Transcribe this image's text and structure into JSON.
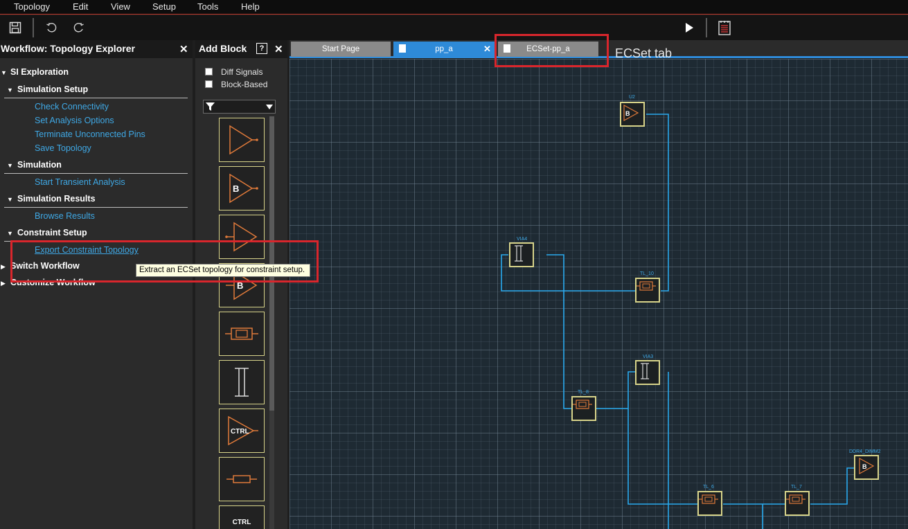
{
  "menu": [
    "Topology",
    "Edit",
    "View",
    "Setup",
    "Tools",
    "Help"
  ],
  "workflow_panel": {
    "title": "Workflow: Topology Explorer",
    "root": "SI Exploration",
    "sections": [
      {
        "label": "Simulation Setup",
        "items": [
          "Check Connectivity",
          "Set Analysis Options",
          "Terminate Unconnected Pins",
          "Save Topology"
        ]
      },
      {
        "label": "Simulation",
        "items": [
          "Start Transient Analysis"
        ]
      },
      {
        "label": "Simulation Results",
        "items": [
          "Browse Results"
        ]
      },
      {
        "label": "Constraint Setup",
        "items": [
          "Export Constraint Topology"
        ]
      }
    ],
    "extra": [
      "Switch Workflow",
      "Customize Workflow"
    ],
    "tooltip": "Extract an ECSet topology for constraint setup."
  },
  "add_block": {
    "title": "Add Block",
    "help": "?",
    "checkboxes": [
      "Diff Signals",
      "Block-Based"
    ],
    "tile_labels": {
      "b1": "B",
      "b2": "B",
      "ctrl": "CTRL",
      "ctrl2": "CTRL"
    }
  },
  "tabs": [
    "Start Page",
    "pp_a",
    "ECSet-pp_a"
  ],
  "annotation": "ECSet tab",
  "nodes": {
    "u2": "U2",
    "via4": "VIA4",
    "tl10": "TL_10",
    "via3": "VIA3",
    "tl8": "TL_8",
    "ddr4": "DDR4_DIMM2",
    "tl6": "TL_6",
    "tl7": "TL_7"
  },
  "node_glyph": "B",
  "colors": {
    "accent": "#2e8ad8",
    "link": "#3fa9e6",
    "highlight": "#d9262c",
    "block_border": "#d8d48a",
    "block_icon": "#e07a3a"
  }
}
